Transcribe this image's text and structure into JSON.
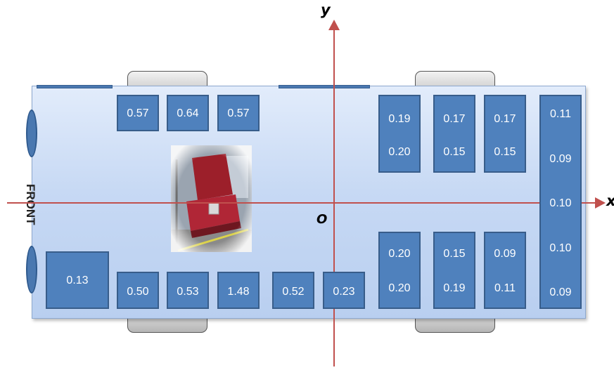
{
  "labels": {
    "y_axis": "y",
    "x_axis": "x",
    "origin": "O",
    "front": "FRONT"
  },
  "colors": {
    "seat_fill": "#4f81bd",
    "seat_border": "#385d8a",
    "axis": "#c0504d",
    "bus_body": "#c7d9f4"
  },
  "photo": {
    "icon": "red-seat-photo"
  },
  "seats": {
    "top_row": [
      "0.57",
      "0.64",
      "0.57"
    ],
    "top_right_a": [
      "0.19",
      "0.20"
    ],
    "top_right_b": [
      "0.17",
      "0.15"
    ],
    "top_right_c": [
      "0.17",
      "0.15"
    ],
    "back_column": [
      "0.11",
      "0.09",
      "0.10",
      "0.10",
      "0.09"
    ],
    "front_left": "0.13",
    "bottom_row": [
      "0.50",
      "0.53",
      "1.48",
      "0.52",
      "0.23"
    ],
    "bottom_right_a": [
      "0.20",
      "0.20"
    ],
    "bottom_right_b": [
      "0.15",
      "0.19"
    ],
    "bottom_right_c": [
      "0.09",
      "0.11"
    ]
  }
}
